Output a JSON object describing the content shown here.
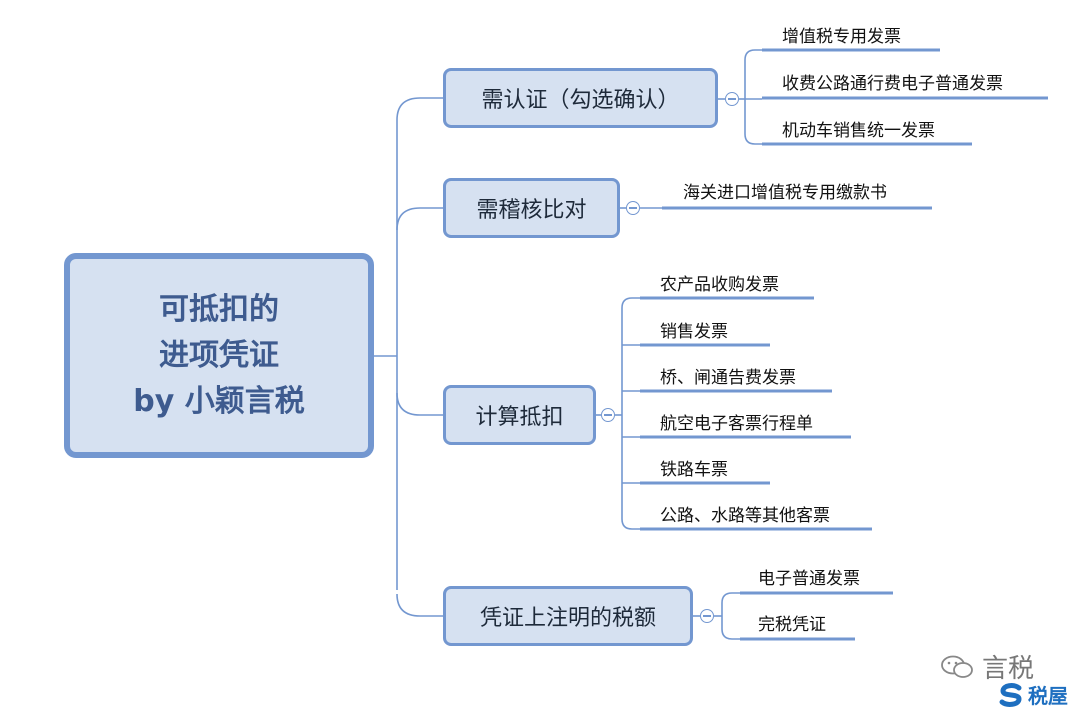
{
  "root": {
    "lines": [
      "可抵扣的",
      "进项凭证",
      "by 小颖言税"
    ]
  },
  "branches": [
    {
      "label": "需认证（勾选确认）",
      "leaves": [
        "增值税专用发票",
        "收费公路通行费电子普通发票",
        "机动车销售统一发票"
      ]
    },
    {
      "label": "需稽核比对",
      "leaves": [
        "海关进口增值税专用缴款书"
      ]
    },
    {
      "label": "计算抵扣",
      "leaves": [
        "农产品收购发票",
        "销售发票",
        "桥、闸通告费发票",
        "航空电子客票行程单",
        "铁路车票",
        "公路、水路等其他客票"
      ]
    },
    {
      "label": "凭证上注明的税额",
      "leaves": [
        "电子普通发票",
        "完税凭证"
      ]
    }
  ],
  "watermark": {
    "top_text": "言税",
    "brand_text": "税屋"
  },
  "colors": {
    "box_fill": "#d6e1f1",
    "box_border": "#7397d0",
    "line": "#7397d0",
    "root_text": "#3e5b8f",
    "brand": "#1e6fc0"
  }
}
